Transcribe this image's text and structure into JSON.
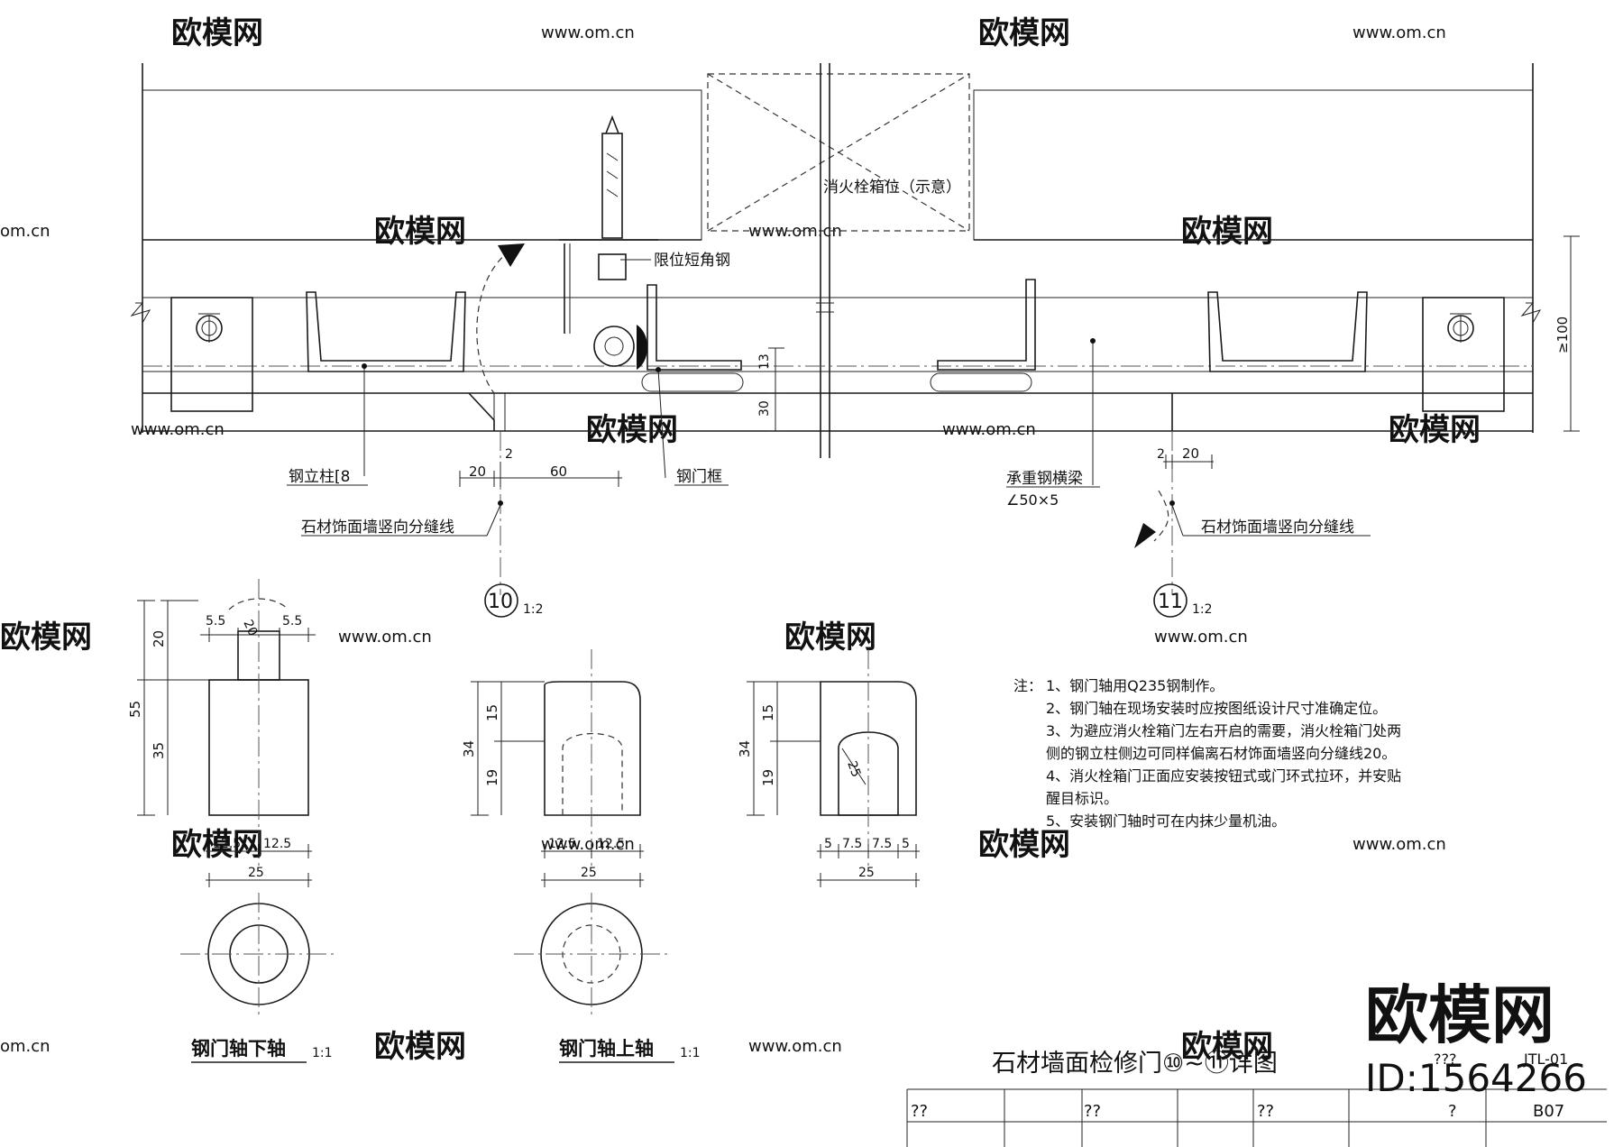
{
  "watermark": {
    "brand": "欧模网",
    "site": "www.om.cn",
    "site_short": "om.cn"
  },
  "section_plan": {
    "fire_box_label": "消火栓箱位（示意）",
    "limit_angle_label": "限位短角钢",
    "steel_column_label": "钢立柱[8",
    "door_frame_label": "钢门框",
    "beam_label": "承重钢横梁",
    "beam_spec": "∠50×5",
    "seam_label_left": "石材饰面墙竖向分缝线",
    "seam_label_right": "石材饰面墙竖向分缝线",
    "dims": {
      "d13": "13",
      "d30": "30",
      "d100": "≥100",
      "d2_left": "2",
      "d20_left": "20",
      "d60": "60",
      "d2_right": "2",
      "d20_right": "20"
    },
    "detail_10": {
      "num": "10",
      "scale": "1:2"
    },
    "detail_11": {
      "num": "11",
      "scale": "1:2"
    }
  },
  "axle_lower": {
    "title": "钢门轴下轴",
    "scale": "1:1",
    "dims": {
      "h55": "55",
      "h20": "20",
      "h35": "35",
      "w5_5_l": "5.5",
      "w5_5_r": "5.5",
      "angle": "20",
      "w12_5_l": "12.5",
      "w12_5_r": "12.5",
      "w25": "25"
    }
  },
  "axle_upper": {
    "title": "钢门轴上轴",
    "scale": "1:1",
    "dims": {
      "h34": "34",
      "h15": "15",
      "h19": "19",
      "w12_5_l": "12.5",
      "w12_5_r": "12.5",
      "w25": "25"
    }
  },
  "axle_section": {
    "dims": {
      "h34": "34",
      "h15": "15",
      "h19": "19",
      "r25": "25",
      "w5_l": "5",
      "w7_5_l": "7.5",
      "w7_5_r": "7.5",
      "w5_r": "5",
      "w25": "25"
    }
  },
  "notes": {
    "heading": "注：",
    "items": [
      "1、钢门轴用Q235钢制作。",
      "2、钢门轴在现场安装时应按图纸设计尺寸准确定位。",
      "3、为避应消火栓箱门左右开启的需要，消火栓箱门处两",
      "侧的钢立柱侧边可同样偏离石材饰面墙竖向分缝线20。",
      "4、消火栓箱门正面应安装按钮式或门环式拉环，并安贴",
      "醒目标识。",
      "5、安装钢门轴时可在内抹少量机油。"
    ]
  },
  "title_block": {
    "drawing_title": "石材墙面检修门⑩~⑪详图",
    "brand": "欧模网",
    "id": "ID:1564266",
    "cell_1": "??",
    "cell_2": "??",
    "cell_3": "??",
    "cell_4": "?",
    "cell_5": "B07",
    "cell_6": "???",
    "cell_7": "JTL-01"
  }
}
